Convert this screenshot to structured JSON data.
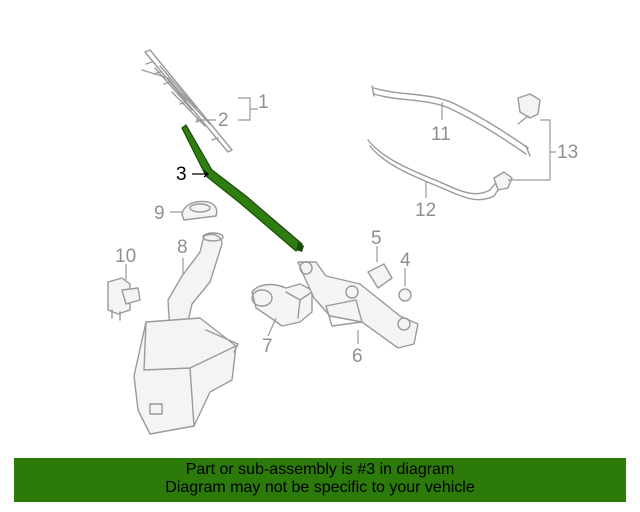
{
  "diagram": {
    "highlight_color": "#2e7d10",
    "callouts": {
      "c1": "1",
      "c2": "2",
      "c3": "3",
      "c4": "4",
      "c5": "5",
      "c6": "6",
      "c7": "7",
      "c8": "8",
      "c9": "9",
      "c10": "10",
      "c11": "11",
      "c12": "12",
      "c13": "13"
    },
    "highlighted_part": "3"
  },
  "footer": {
    "background": "#2c7a0a",
    "line1": "Part or sub-assembly is #3 in diagram",
    "line2": "Diagram may not be specific to your vehicle"
  }
}
